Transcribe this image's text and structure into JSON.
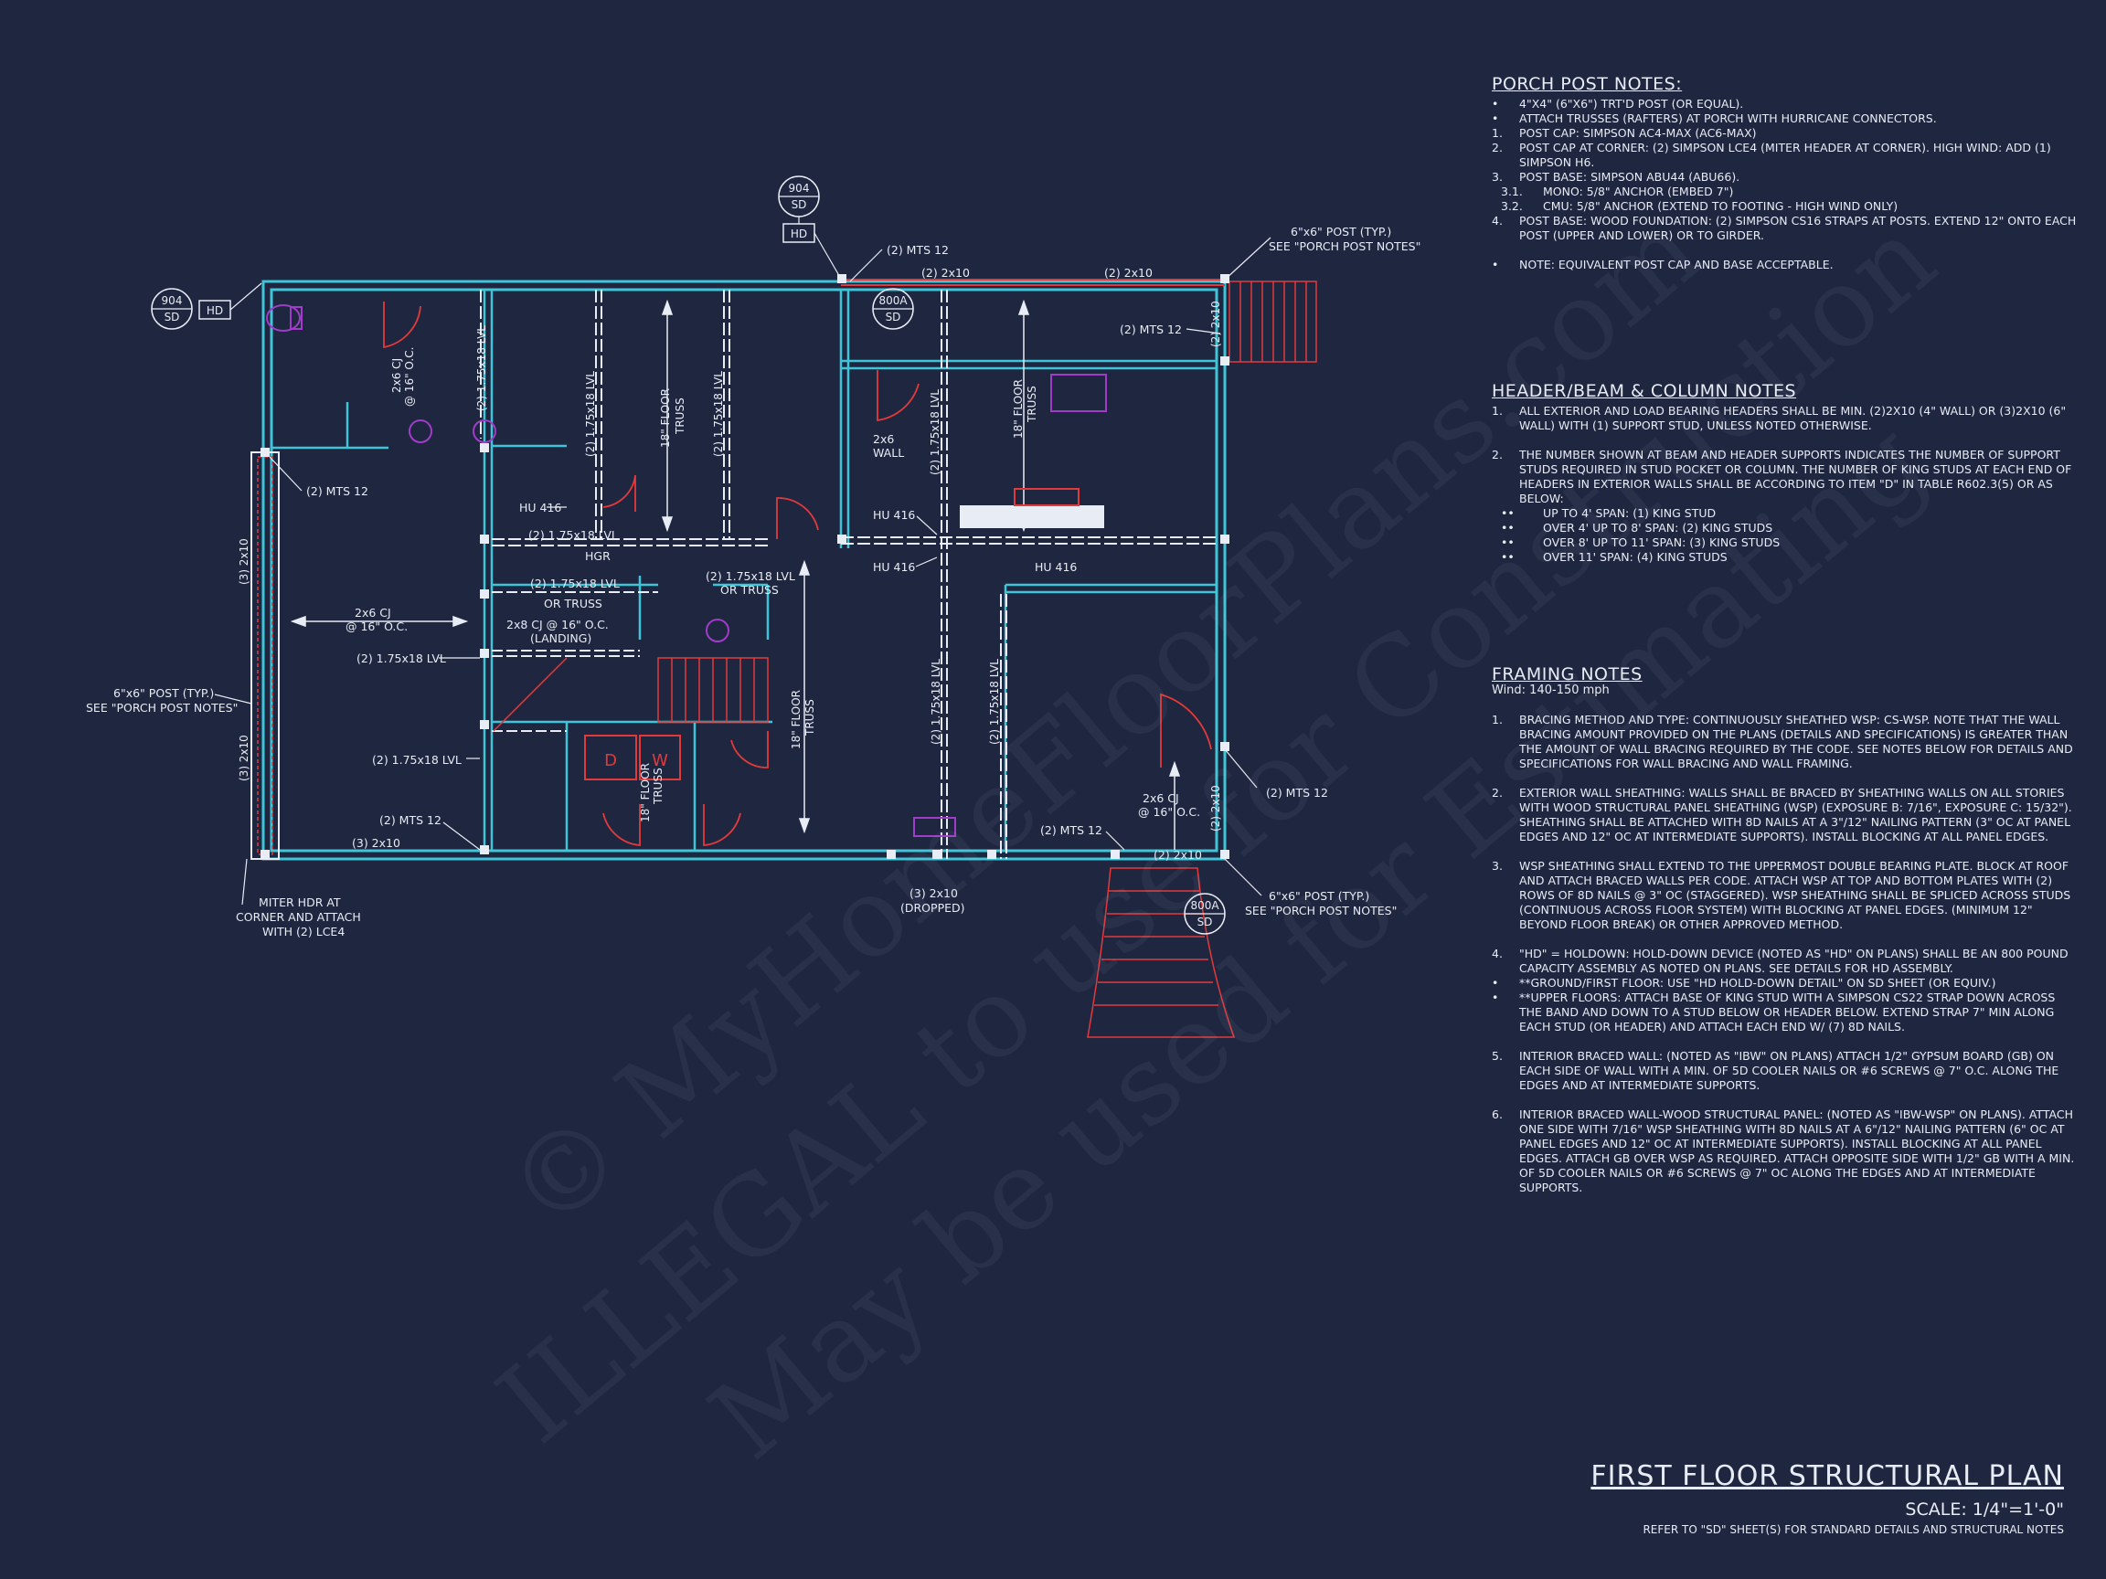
{
  "notes": {
    "porch": {
      "title": "PORCH POST NOTES:",
      "items": [
        {
          "mk": "•",
          "text": "4\"x4\" (6\"x6\") TRT'D POST (OR EQUAL).",
          "cls": ""
        },
        {
          "mk": "•",
          "text": "ATTACH TRUSSES (RAFTERS) AT PORCH WITH HURRICANE CONNECTORS.",
          "cls": ""
        },
        {
          "mk": "1.",
          "text": "POST CAP: SIMPSON AC4-MAX (AC6-MAX)",
          "cls": ""
        },
        {
          "mk": "2.",
          "text": "POST CAP AT CORNER: (2) SIMPSON LCE4 (MITER HEADER AT CORNER). HIGH WIND: ADD (1) SIMPSON H6.",
          "cls": ""
        },
        {
          "mk": "3.",
          "text": "POST BASE: SIMPSON ABU44 (ABU66).",
          "cls": ""
        },
        {
          "mk": "3.1.",
          "text": "MONO: 5/8\" ANCHOR (EMBED 7\")",
          "cls": "sub1"
        },
        {
          "mk": "3.2.",
          "text": "CMU: 5/8\" ANCHOR (EXTEND TO FOOTING - HIGH WIND ONLY)",
          "cls": "sub1"
        },
        {
          "mk": "4.",
          "text": "POST BASE: WOOD FOUNDATION: (2) SIMPSON CS16 STRAPS AT POSTS. EXTEND 12\" ONTO EACH POST (UPPER AND LOWER) OR TO GIRDER.",
          "cls": ""
        },
        {
          "mk": "•",
          "text": "NOTE: EQUIVALENT POST CAP AND BASE ACCEPTABLE.",
          "cls": "gap"
        }
      ]
    },
    "header": {
      "title": "HEADER/BEAM & COLUMN NOTES",
      "items": [
        {
          "mk": "1.",
          "text": "ALL EXTERIOR AND LOAD BEARING HEADERS SHALL BE MIN. (2)2X10 (4\" WALL) OR (3)2X10 (6\" WALL) WITH (1) SUPPORT STUD, UNLESS NOTED OTHERWISE.",
          "cls": ""
        },
        {
          "mk": "2.",
          "text": "THE NUMBER SHOWN AT BEAM AND HEADER SUPPORTS INDICATES THE NUMBER OF SUPPORT STUDS REQUIRED IN STUD POCKET OR COLUMN. THE NUMBER OF KING STUDS AT EACH END OF HEADERS IN EXTERIOR WALLS SHALL BE ACCORDING TO ITEM \"D\" IN TABLE R602.3(5) OR AS BELOW:",
          "cls": "gap"
        },
        {
          "mk": "••",
          "text": "UP TO 4' SPAN: (1) KING STUD",
          "cls": "bull2"
        },
        {
          "mk": "••",
          "text": "OVER 4' UP TO 8' SPAN: (2) KING STUDS",
          "cls": "bull2"
        },
        {
          "mk": "••",
          "text": "OVER 8' UP TO 11' SPAN: (3) KING STUDS",
          "cls": "bull2"
        },
        {
          "mk": "••",
          "text": "OVER 11' SPAN: (4) KING STUDS",
          "cls": "bull2"
        }
      ]
    },
    "framing": {
      "title": "FRAMING NOTES",
      "subtitle": "Wind: 140-150 mph",
      "items": [
        {
          "mk": "1.",
          "text": "BRACING METHOD AND TYPE: CONTINUOUSLY SHEATHED WSP: CS-WSP. NOTE THAT THE WALL BRACING AMOUNT PROVIDED ON THE PLANS (DETAILS AND SPECIFICATIONS) IS GREATER THAN THE AMOUNT OF WALL BRACING REQUIRED BY THE CODE. SEE NOTES BELOW FOR DETAILS AND SPECIFICATIONS FOR WALL BRACING AND WALL FRAMING.",
          "cls": ""
        },
        {
          "mk": "2.",
          "text": "EXTERIOR WALL SHEATHING: WALLS SHALL BE BRACED BY SHEATHING WALLS ON ALL STORIES WITH WOOD STRUCTURAL PANEL SHEATHING (WSP) (EXPOSURE B: 7/16\", EXPOSURE C: 15/32\"). SHEATHING SHALL BE ATTACHED WITH 8D NAILS AT A 3\"/12\" NAILING PATTERN (3\" OC AT PANEL EDGES AND 12\" OC AT INTERMEDIATE SUPPORTS). INSTALL BLOCKING AT ALL PANEL EDGES.",
          "cls": "gap"
        },
        {
          "mk": "3.",
          "text": "WSP SHEATHING SHALL EXTEND TO THE UPPERMOST DOUBLE BEARING PLATE. BLOCK AT ROOF AND ATTACH BRACED WALLS PER CODE. ATTACH WSP AT TOP AND BOTTOM PLATES WITH (2) ROWS OF 8D NAILS @ 3\" OC (STAGGERED). WSP SHEATHING SHALL BE SPLICED ACROSS STUDS (CONTINUOUS ACROSS FLOOR SYSTEM) WITH BLOCKING AT PANEL EDGES. (MINIMUM 12\" BEYOND FLOOR BREAK) OR OTHER APPROVED METHOD.",
          "cls": "gap"
        },
        {
          "mk": "4.",
          "text": "\"HD\" = HOLDOWN: HOLD-DOWN DEVICE (NOTED AS \"HD\" ON PLANS) SHALL BE AN 800 POUND CAPACITY ASSEMBLY AS NOTED ON PLANS. SEE DETAILS FOR HD ASSEMBLY.",
          "cls": "gap"
        },
        {
          "mk": "•",
          "text": "**GROUND/FIRST FLOOR: USE \"HD HOLD-DOWN DETAIL\" ON SD SHEET (OR EQUIV.)",
          "cls": ""
        },
        {
          "mk": "•",
          "text": "**UPPER FLOORS: ATTACH BASE OF KING STUD WITH A SIMPSON CS22 STRAP DOWN ACROSS THE BAND AND DOWN TO A STUD BELOW OR HEADER BELOW. EXTEND STRAP 7\" MIN ALONG EACH STUD (OR HEADER) AND ATTACH EACH END W/ (7) 8D NAILS.",
          "cls": ""
        },
        {
          "mk": "5.",
          "text": "INTERIOR BRACED WALL: (NOTED AS \"IBW\" ON PLANS) ATTACH 1/2\" GYPSUM BOARD (GB) ON EACH SIDE OF WALL WITH A MIN. OF 5D COOLER NAILS OR #6 SCREWS @ 7\" O.C. ALONG THE EDGES AND AT INTERMEDIATE SUPPORTS.",
          "cls": "gap"
        },
        {
          "mk": "6.",
          "text": "INTERIOR BRACED WALL-WOOD STRUCTURAL PANEL: (NOTED AS \"IBW-WSP\" ON PLANS). ATTACH ONE SIDE WITH 7/16\" WSP SHEATHING WITH 8D NAILS AT A 6\"/12\" NAILING PATTERN (6\" OC AT PANEL EDGES AND 12\" OC AT INTERMEDIATE SUPPORTS). INSTALL BLOCKING AT ALL PANEL EDGES. ATTACH GB OVER WSP AS REQUIRED. ATTACH OPPOSITE SIDE WITH 1/2\" GB WITH A MIN. OF 5D COOLER NAILS OR #6 SCREWS @ 7\" OC ALONG THE EDGES AND AT INTERMEDIATE SUPPORTS.",
          "cls": "gap"
        }
      ]
    }
  },
  "title_block": {
    "title": "FIRST FLOOR STRUCTURAL PLAN",
    "scale": "SCALE: 1/4\"=1'-0\"",
    "refer": "REFER TO \"SD\" SHEET(S) FOR STANDARD DETAILS AND STRUCTURAL NOTES"
  },
  "watermark": {
    "line1": "© MyHomeFloorPlans.com",
    "line2": "ILLEGAL to use for Construction",
    "line3": "May be used for Estimating"
  },
  "plan": {
    "tag_904": "904",
    "tag_sd": "SD",
    "tag_800a": "800A",
    "hd": "HD",
    "mts12": "(2) MTS 12",
    "post66": "6\"x6\" POST (TYP.)",
    "see_porch": "SEE \"PORCH POST NOTES\"",
    "lvl": "(2) 1.75x18 LVL",
    "lvl_or_truss_1": "(2) 1.75x18 LVL",
    "lvl_or_truss_2": "OR TRUSS",
    "x2_2x10": "(2) 2x10",
    "x3_2x10": "(3) 2x10",
    "x3_2x10_dropped": "(3) 2x10",
    "dropped": "(DROPPED)",
    "floor_truss": "18\" FLOOR",
    "truss": "TRUSS",
    "cj_2x6": "2x6 CJ",
    "cj_spacing": "@ 16\" O.C.",
    "cj_2x8": "2x8 CJ @ 16\" O.C.",
    "landing": "(LANDING)",
    "wall_2x6": "2x6",
    "wall": "WALL",
    "hu416": "HU 416",
    "hgr": "HGR",
    "dryer": "D",
    "washer": "W",
    "miter_1": "MITER HDR AT",
    "miter_2": "CORNER AND ATTACH",
    "miter_3": "WITH (2) LCE4"
  }
}
